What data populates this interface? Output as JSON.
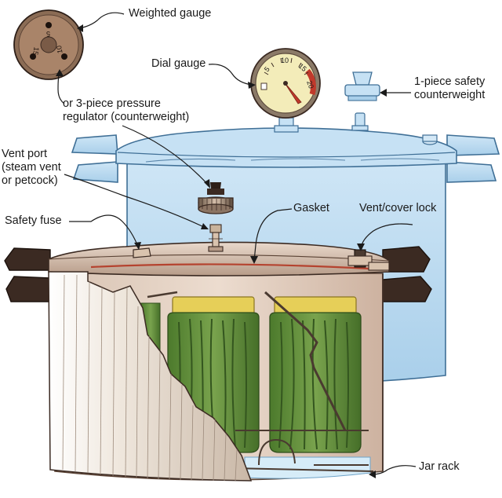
{
  "labels": {
    "weighted_gauge": "Weighted gauge",
    "dial_gauge": "Dial gauge",
    "one_piece_line1": "1-piece safety",
    "one_piece_line2": "counterweight",
    "three_piece_line1": "or 3-piece pressure",
    "three_piece_line2": "regulator (counterweight)",
    "vent_port_line1": "Vent port",
    "vent_port_line2": "(steam vent",
    "vent_port_line3": "or petcock)",
    "safety_fuse": "Safety fuse",
    "gasket": "Gasket",
    "vent_cover_lock": "Vent/cover lock",
    "jar_rack": "Jar rack"
  },
  "weighted_gauge_marks": [
    "5",
    "10",
    "15"
  ],
  "dial_marks": [
    "5",
    "10",
    "15",
    "20"
  ],
  "colors": {
    "lid_blue": "#bcdcf2",
    "lid_outline": "#3f6f96",
    "pot_cream": "#f1ece4",
    "pot_shadow": "#b9a99a",
    "bean_green": "#5f8a3c",
    "bean_dark": "#3d6226",
    "jar_lid_yellow": "#e6cf58",
    "gasket_red": "#b5432f",
    "handle_dark": "#3b2a22",
    "gauge_face": "#f3ecb9",
    "gauge_red": "#c0392b"
  }
}
